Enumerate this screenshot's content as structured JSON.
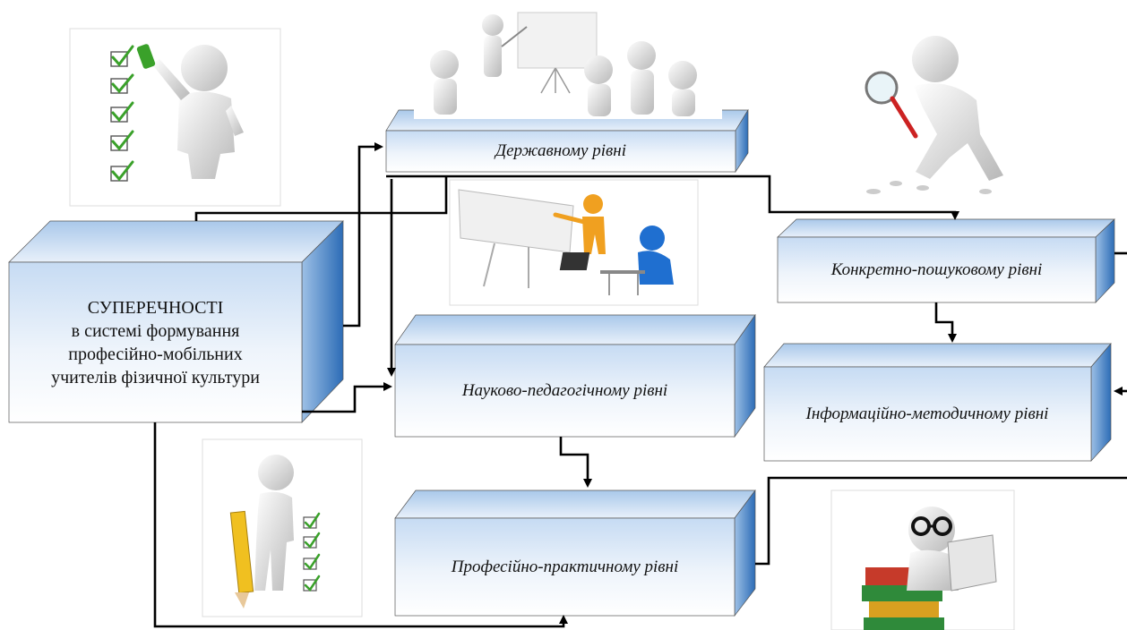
{
  "main_box": {
    "line1": "СУПЕРЕЧНОСТІ",
    "line2": "в системі формування",
    "line3": "професійно-мобільних",
    "line4": "учителів фізичної культури"
  },
  "levels": {
    "state": "Державному рівні",
    "scientific": "Науково-педагогічному рівні",
    "practical": "Професійно-практичному рівні",
    "search": "Конкретно-пошуковому рівні",
    "methodical": "Інформаційно-методичному рівні"
  },
  "images": [
    "checklist-figure-icon",
    "presentation-group-icon",
    "magnifier-figure-icon",
    "teacher-student-computer-icon",
    "pencil-checklist-figure-icon",
    "glasses-books-laptop-icon"
  ],
  "colors": {
    "box_front_top": "#c9dcf2",
    "box_front_bottom": "#ffffff",
    "box_side": "#2e6fb8",
    "box_top": "#d5e4f4",
    "line": "#000000"
  }
}
